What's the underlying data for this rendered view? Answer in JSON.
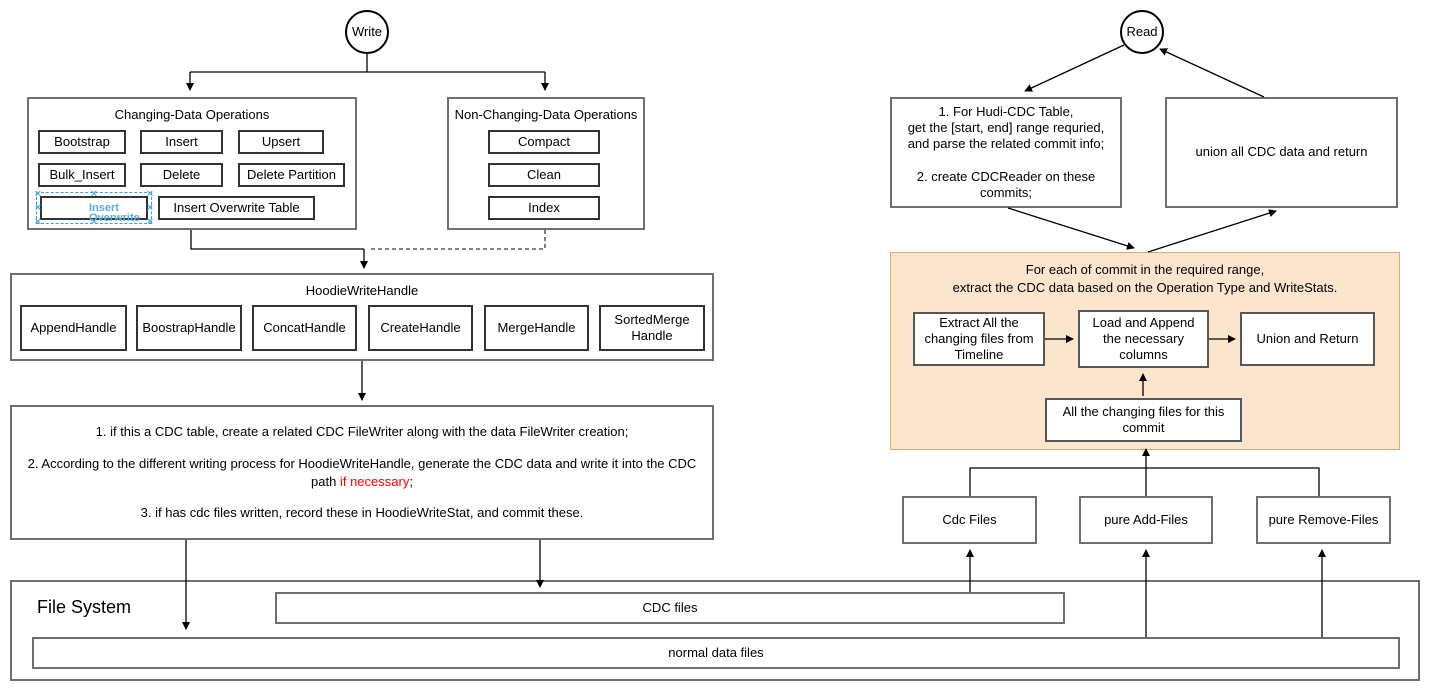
{
  "write": {
    "start_label": "Write",
    "changing": {
      "title": "Changing-Data Operations",
      "items": [
        "Bootstrap",
        "Insert",
        "Upsert",
        "Bulk_Insert",
        "Delete",
        "Delete Partition",
        "Insert Overwrite",
        "Insert Overwrite Table"
      ]
    },
    "non_changing": {
      "title": "Non-Changing-Data Operations",
      "items": [
        "Compact",
        "Clean",
        "Index"
      ]
    },
    "handle": {
      "title": "HoodieWriteHandle",
      "items": [
        "AppendHandle",
        "BoostrapHandle",
        "ConcatHandle",
        "CreateHandle",
        "MergeHandle",
        "SortedMerge\nHandle"
      ]
    },
    "steps": {
      "line1": "1. if this a CDC table, create a related CDC FileWriter along with the data FileWriter creation;",
      "line2_prefix": "2. According to the different writing process for HoodieWriteHandle, generate the CDC data and write it into the CDC path ",
      "line2_red": "if necessary",
      "line2_suffix": ";",
      "line3": "3. if has cdc files written, record these in HoodieWriteStat, and commit these."
    }
  },
  "read": {
    "start_label": "Read",
    "step_box": "1. For Hudi-CDC Table,\nget the [start, end] range requried,\nand parse the related commit info;\n\n2. create CDCReader on these\ncommits;",
    "union_label": "union all CDC data and return",
    "per_commit": {
      "title_line1": "For each of commit in the required range,",
      "title_line2": "extract the CDC data based on the Operation Type and WriteStats.",
      "extract": "Extract All the changing files from Timeline",
      "load": "Load and Append the necessary columns",
      "union": "Union and Return",
      "all_changing": "All the changing files for this commit"
    },
    "file_groups": [
      "Cdc Files",
      "pure Add-Files",
      "pure Remove-Files"
    ]
  },
  "file_system": {
    "title": "File System",
    "cdc_files": "CDC files",
    "normal_files": "normal data files"
  },
  "colors": {
    "highlight_red": "#ff0000",
    "orange_fill": "#fce5cd",
    "orange_border": "#d8ac72",
    "selection_blue": "#2fa3e0",
    "box_border_dark": "#333333",
    "container_border_gray": "#6f6f6f"
  }
}
